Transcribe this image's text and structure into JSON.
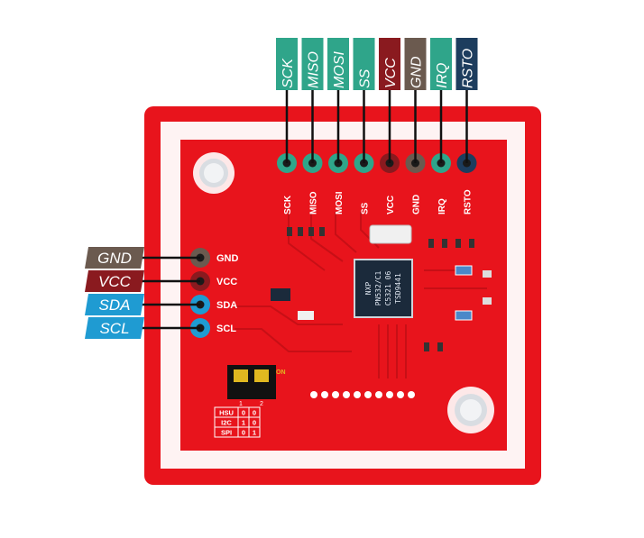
{
  "colors": {
    "board": "#e8141c",
    "board_dark": "#c70f16",
    "silk": "#ffffff",
    "spi_teal": "#2fa58a",
    "vcc_red": "#8a1a1f",
    "gnd_brown": "#6b5a4f",
    "rsto_navy": "#1d3d5e",
    "i2c_blue": "#1f9bd2",
    "chip": "#1b2a3b"
  },
  "top_tags": [
    {
      "label": "SCK",
      "color": "#2fa58a"
    },
    {
      "label": "MISO",
      "color": "#2fa58a"
    },
    {
      "label": "MOSI",
      "color": "#2fa58a"
    },
    {
      "label": "SS",
      "color": "#2fa58a"
    },
    {
      "label": "VCC",
      "color": "#8a1a1f"
    },
    {
      "label": "GND",
      "color": "#6b5a4f"
    },
    {
      "label": "IRQ",
      "color": "#2fa58a"
    },
    {
      "label": "RSTO",
      "color": "#1d3d5e"
    }
  ],
  "left_tags": [
    {
      "label": "GND",
      "color": "#6b5a4f"
    },
    {
      "label": "VCC",
      "color": "#8a1a1f"
    },
    {
      "label": "SDA",
      "color": "#1f9bd2"
    },
    {
      "label": "SCL",
      "color": "#1f9bd2"
    }
  ],
  "top_silk": [
    "SCK",
    "MISO",
    "MOSI",
    "SS",
    "VCC",
    "GND",
    "IRQ",
    "RSTO"
  ],
  "left_silk": [
    "GND",
    "VCC",
    "SDA",
    "SCL"
  ],
  "chip_lines": [
    "NXP",
    "PN532/C1",
    "C5321 06",
    "TSD9441"
  ],
  "switch_label": "ON",
  "switch_digits": [
    "1",
    "2"
  ],
  "mode_table": [
    [
      "HSU",
      "0",
      "0"
    ],
    [
      "I2C",
      "1",
      "0"
    ],
    [
      "SPI",
      "0",
      "1"
    ]
  ]
}
